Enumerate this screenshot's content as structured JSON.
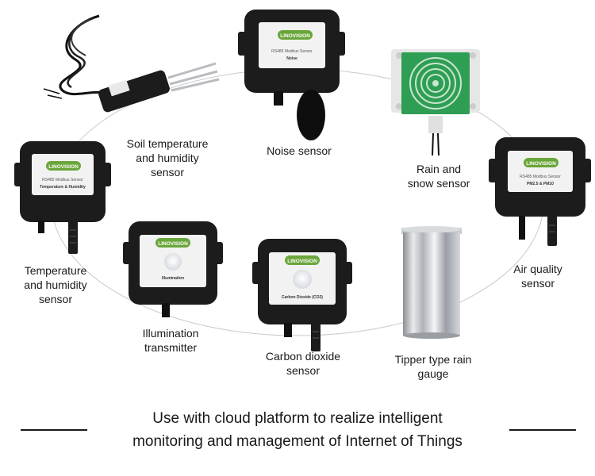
{
  "brand": "LINOVISION",
  "labels": {
    "soil": [
      "Soil temperature",
      "and humidity",
      "sensor"
    ],
    "noise": [
      "Noise sensor"
    ],
    "rain_snow": [
      "Rain and",
      "snow sensor"
    ],
    "temp_humidity": [
      "Temperature",
      "and humidity",
      "sensor"
    ],
    "air_quality": [
      "Air quality",
      "sensor"
    ],
    "illumination": [
      "Illumination",
      "transmitter"
    ],
    "co2": [
      "Carbon dioxide",
      "sensor"
    ],
    "rain_gauge": [
      "Tipper type rain",
      "gauge"
    ]
  },
  "device_text": {
    "noise": [
      "RS485 Modbus Sensor",
      "Noise"
    ],
    "temp_humidity": [
      "RS485 Modbus Sensor",
      "Temperature & Humidity"
    ],
    "air_quality": [
      "RS485 Modbus Sensor",
      "PM2.5 & PM10"
    ],
    "illumination": [
      "Illumination"
    ],
    "co2": [
      "Carbon Dioxide (CO2)"
    ]
  },
  "footer": [
    "Use with cloud platform to realize intelligent",
    "monitoring and management of Internet of Things"
  ],
  "colors": {
    "housing": "#1c1c1c",
    "label_panel": "#f2f2f2",
    "logo_green": "#6aa63a",
    "pcb_green": "#2f9e55"
  }
}
